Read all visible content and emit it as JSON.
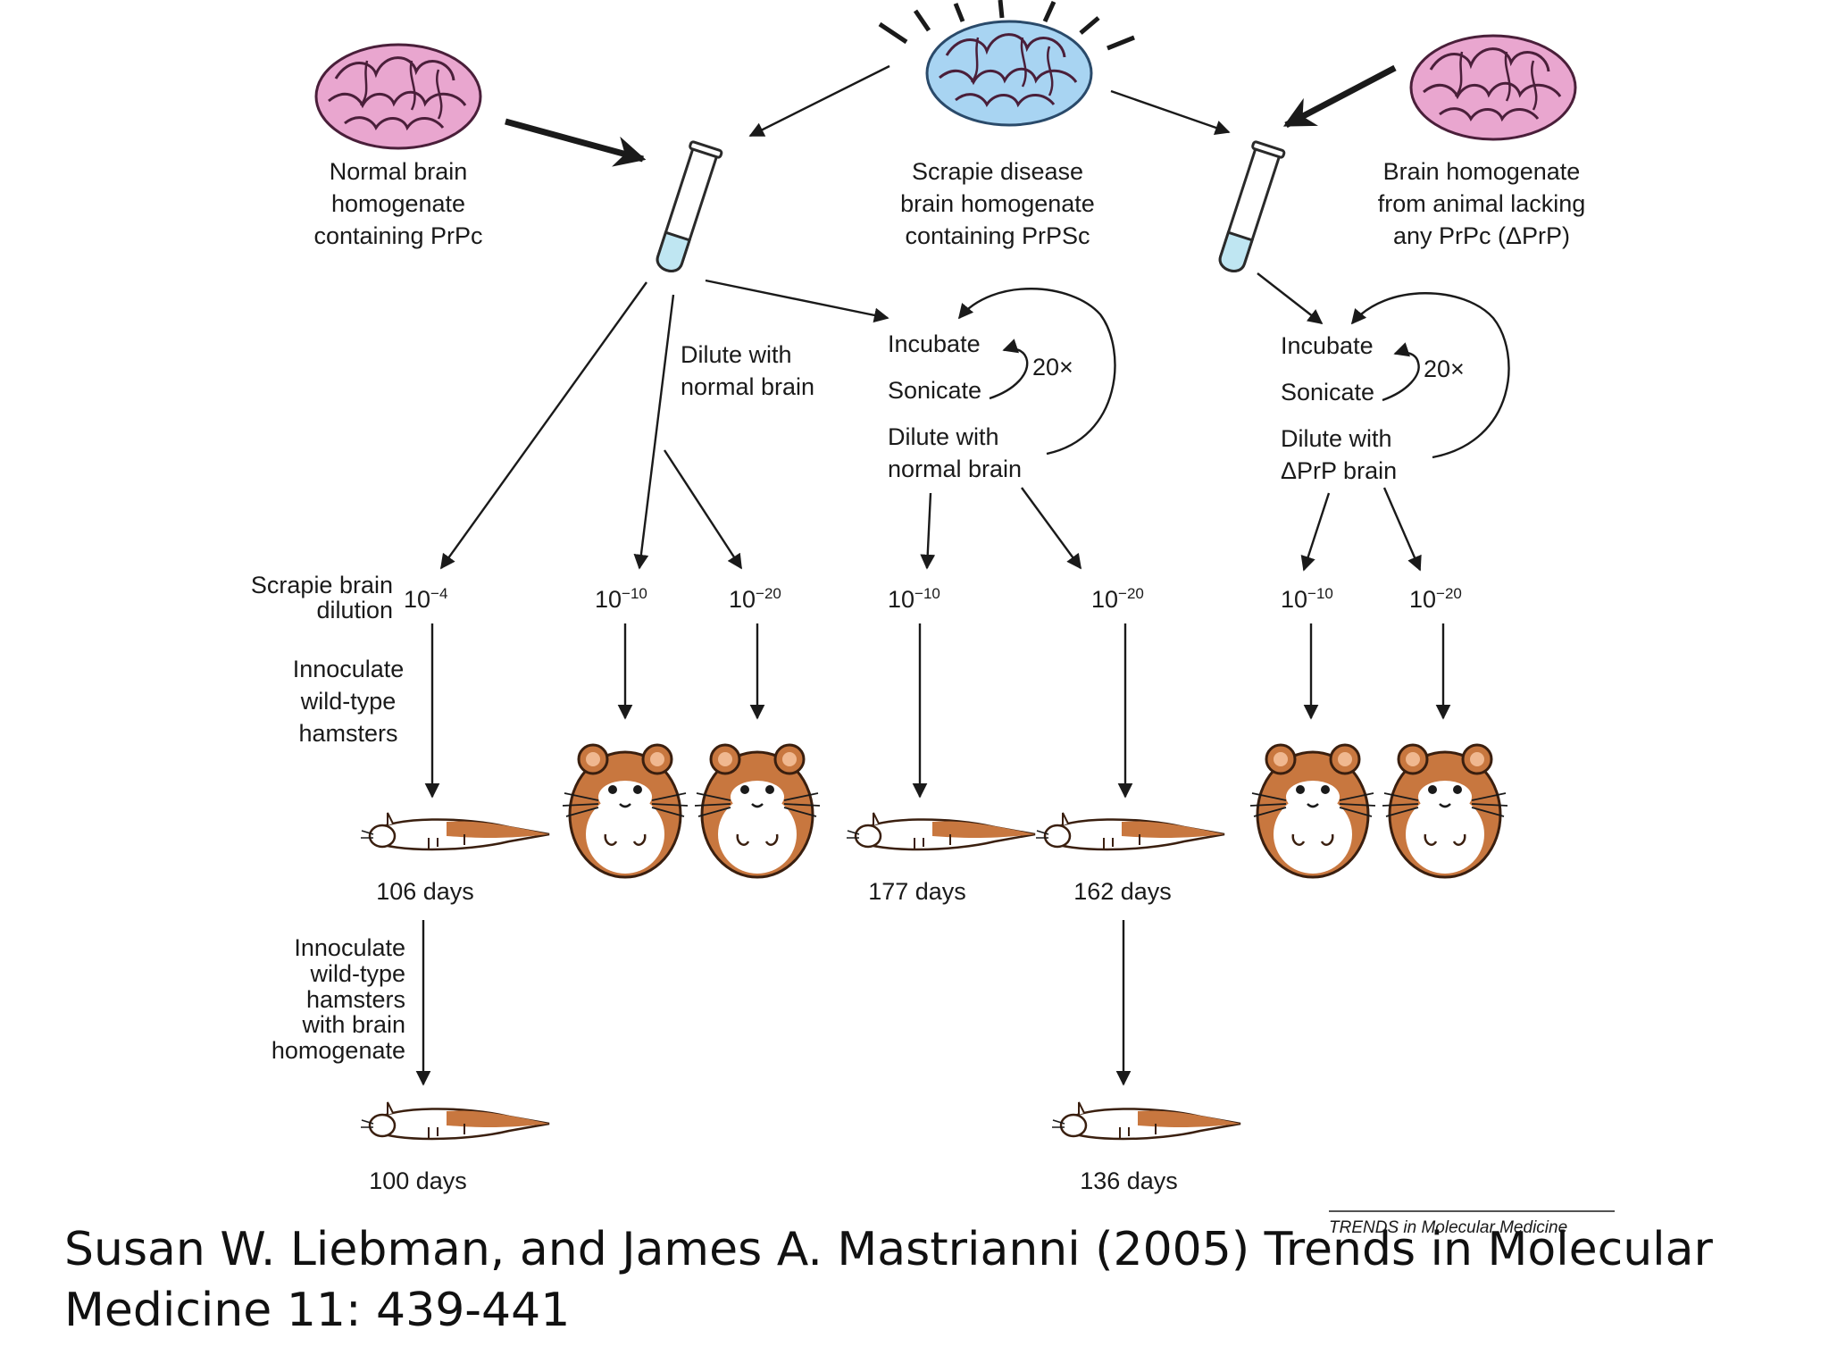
{
  "sources": {
    "normal": [
      "Normal brain",
      "homogenate",
      "containing PrPc"
    ],
    "scrapie": [
      "Scrapie disease",
      "brain homogenate",
      "containing PrPSc"
    ],
    "lacking": [
      "Brain homogenate",
      "from animal lacking",
      "any PrPc (ΔPrP)"
    ]
  },
  "middle_branch": {
    "dilute": [
      "Dilute with",
      "normal brain"
    ]
  },
  "pmca_normal": {
    "incubate": "Incubate",
    "sonicate": "Sonicate",
    "cycles": "20×",
    "dilute": [
      "Dilute with",
      "normal brain"
    ]
  },
  "pmca_lacking": {
    "incubate": "Incubate",
    "sonicate": "Sonicate",
    "cycles": "20×",
    "dilute": [
      "Dilute with",
      "ΔPrP brain"
    ]
  },
  "row_labels": {
    "dilution": [
      "Scrapie brain",
      "dilution"
    ],
    "inoculate": [
      "Innoculate",
      "wild-type",
      "hamsters"
    ],
    "inoculate_second": [
      "Innoculate",
      "wild-type",
      "hamsters",
      "with brain",
      "homogenate"
    ]
  },
  "dilutions": [
    {
      "base": "10",
      "exp": "−4"
    },
    {
      "base": "10",
      "exp": "−10"
    },
    {
      "base": "10",
      "exp": "−20"
    },
    {
      "base": "10",
      "exp": "−10"
    },
    {
      "base": "10",
      "exp": "−20"
    },
    {
      "base": "10",
      "exp": "−10"
    },
    {
      "base": "10",
      "exp": "−20"
    }
  ],
  "outcomes": {
    "first": [
      "106 days",
      "177 days",
      "162 days"
    ],
    "second": [
      "100 days",
      "136 days"
    ]
  },
  "trends_label": "TRENDS in Molecular Medicine",
  "citation": [
    "Susan W. Liebman, and James A. Mastrianni (2005) Trends in Molecular",
    "Medicine 11: 439-441"
  ],
  "colors": {
    "normal_brain": "#e9a6cf",
    "scrapie_brain": "#a8d4f2",
    "hamster_fur": "#c8773f",
    "tube_liquid": "#bfe6f2"
  },
  "icons": [
    "brain-icon",
    "test-tube-icon",
    "healthy-hamster-icon",
    "sick-hamster-icon"
  ]
}
